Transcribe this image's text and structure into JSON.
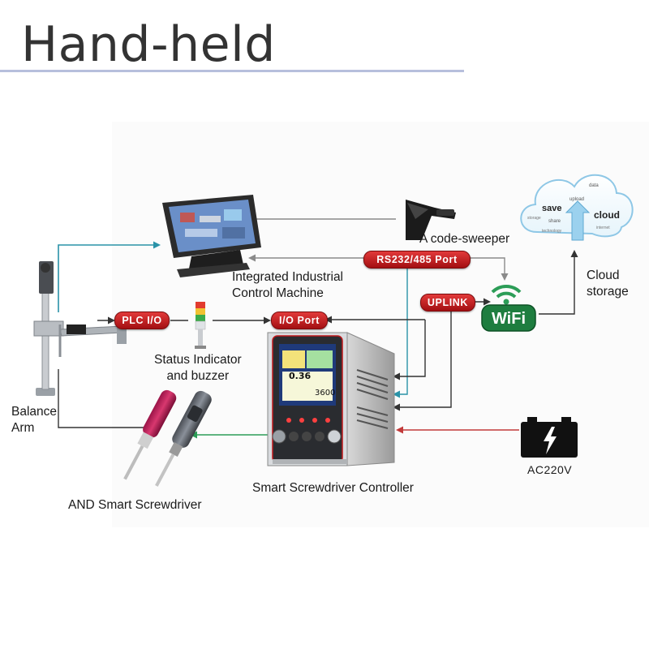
{
  "header": {
    "title": "Hand-held"
  },
  "labels": {
    "balance_arm": "Balance\nArm",
    "integrated_machine": "Integrated Industrial\nControl Machine",
    "code_sweeper": "A code-sweeper",
    "cloud_storage": "Cloud\nstorage",
    "status_indicator": "Status Indicator\nand buzzer",
    "controller": "Smart Screwdriver Controller",
    "screwdriver": "AND Smart Screwdriver",
    "power": "AC220V"
  },
  "ports": {
    "plc_io": "PLC I/O",
    "io_port": "I/O Port",
    "rs232": "RS232/485 Port",
    "uplink": "UPLINK"
  },
  "wifi": {
    "text": "WiFi"
  },
  "controller_screen": {
    "value1": "0.36",
    "value2": "3600"
  },
  "cloud": {
    "big_words": [
      "save",
      "cloud"
    ],
    "small_words": [
      "upload",
      "share",
      "data",
      "storage",
      "technology",
      "internet"
    ]
  },
  "colors": {
    "arrow_gray": "#8a8a8a",
    "arrow_teal": "#2a93a8",
    "arrow_green": "#2c9d57",
    "arrow_red": "#c23a3a",
    "pill_red": "#c0181b",
    "title_rule": "#b7bfdc"
  }
}
